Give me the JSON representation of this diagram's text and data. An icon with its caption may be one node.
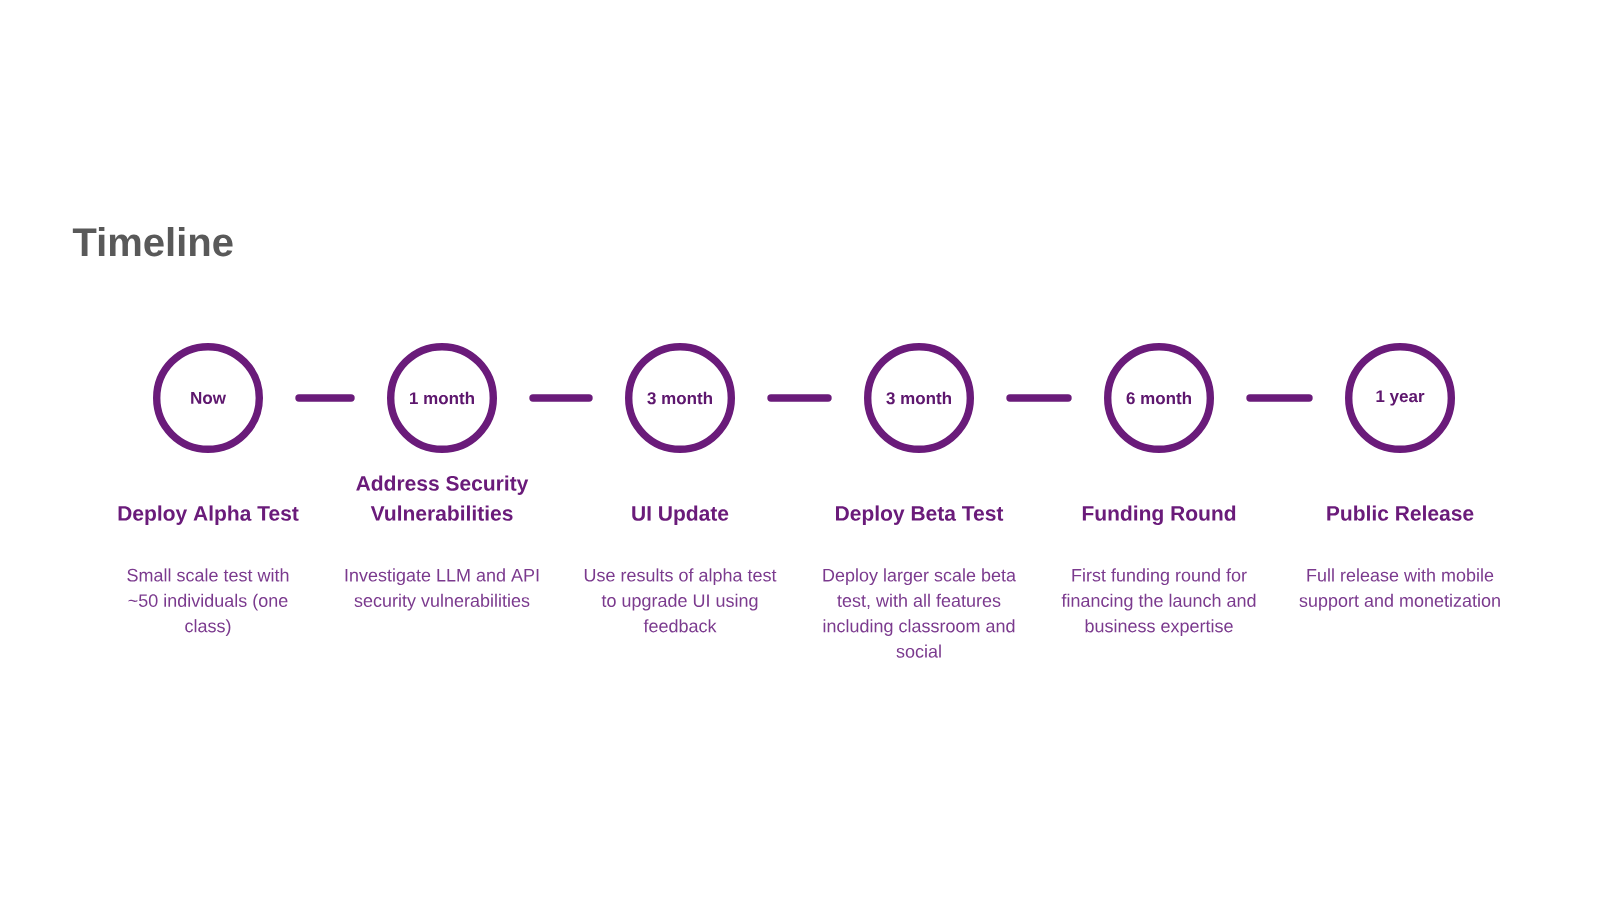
{
  "diagram": {
    "title": "Timeline",
    "nodes": [
      {
        "text": [
          "Now"
        ],
        "beside": [
          "Deploy Alpha Test",
          "Small scale test with ~50 individuals (one class)"
        ]
      },
      {
        "text": [
          "1 month"
        ],
        "beside": [
          "Address Security Vulnerabilities",
          "Investigate LLM and API security vulnerabilities"
        ]
      },
      {
        "text": [
          "3 month"
        ],
        "beside": [
          "UI Update",
          "Use results of alpha test to upgrade UI using feedback"
        ]
      },
      {
        "text": [
          "3 month"
        ],
        "beside": [
          "Deploy Beta Test",
          "Deploy larger scale beta test, with all features including classroom and social"
        ]
      },
      {
        "text": [
          "6 month"
        ],
        "beside": [
          "Funding Round",
          "First funding round for financing the launch and business expertise"
        ]
      },
      {
        "text": [
          "1 year"
        ],
        "beside": [
          "Public Release",
          "Full release with mobile support and monetization"
        ]
      }
    ],
    "edges": [
      {
        "from": 0,
        "to": 1,
        "arrow": "none"
      },
      {
        "from": 1,
        "to": 2,
        "arrow": "none"
      },
      {
        "from": 2,
        "to": 3,
        "arrow": "none"
      },
      {
        "from": 3,
        "to": 4,
        "arrow": "none"
      },
      {
        "from": 4,
        "to": 5,
        "arrow": "none"
      }
    ]
  }
}
